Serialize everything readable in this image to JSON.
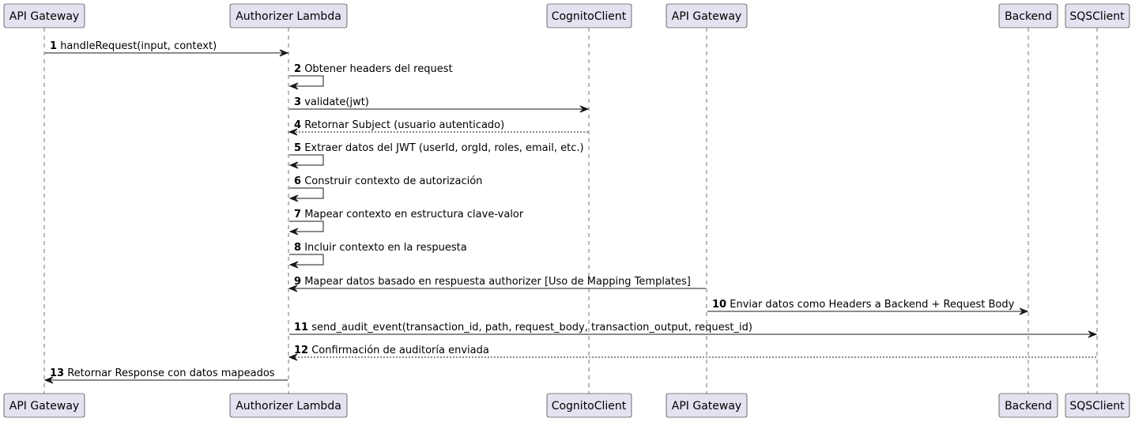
{
  "participants": [
    {
      "id": "apigw1",
      "label": "API Gateway"
    },
    {
      "id": "authorizer",
      "label": "Authorizer Lambda"
    },
    {
      "id": "cognito",
      "label": "CognitoClient"
    },
    {
      "id": "apigw2",
      "label": "API Gateway"
    },
    {
      "id": "backend",
      "label": "Backend"
    },
    {
      "id": "sqs",
      "label": "SQSClient"
    }
  ],
  "messages": [
    {
      "num": "1",
      "text": "handleRequest(input, context)",
      "from": "apigw1",
      "to": "authorizer",
      "style": "solid"
    },
    {
      "num": "2",
      "text": "Obtener headers del request",
      "from": "authorizer",
      "to": "authorizer",
      "style": "solid"
    },
    {
      "num": "3",
      "text": "validate(jwt)",
      "from": "authorizer",
      "to": "cognito",
      "style": "solid"
    },
    {
      "num": "4",
      "text": "Retornar Subject (usuario autenticado)",
      "from": "cognito",
      "to": "authorizer",
      "style": "dashed"
    },
    {
      "num": "5",
      "text": "Extraer datos del JWT (userId, orgId, roles, email, etc.)",
      "from": "authorizer",
      "to": "authorizer",
      "style": "solid"
    },
    {
      "num": "6",
      "text": "Construir contexto de autorización",
      "from": "authorizer",
      "to": "authorizer",
      "style": "solid"
    },
    {
      "num": "7",
      "text": "Mapear contexto en estructura clave-valor",
      "from": "authorizer",
      "to": "authorizer",
      "style": "solid"
    },
    {
      "num": "8",
      "text": "Incluir contexto en la respuesta",
      "from": "authorizer",
      "to": "authorizer",
      "style": "solid"
    },
    {
      "num": "9",
      "text": "Mapear datos basado en respuesta authorizer [Uso de Mapping Templates]",
      "from": "apigw2",
      "to": "authorizer",
      "style": "solid"
    },
    {
      "num": "10",
      "text": "Enviar datos como Headers a Backend + Request Body",
      "from": "apigw2",
      "to": "backend",
      "style": "solid"
    },
    {
      "num": "11",
      "text": "send_audit_event(transaction_id, path, request_body, transaction_output, request_id)",
      "from": "authorizer",
      "to": "sqs",
      "style": "solid"
    },
    {
      "num": "12",
      "text": "Confirmación de auditoría enviada",
      "from": "sqs",
      "to": "authorizer",
      "style": "dashed"
    },
    {
      "num": "13",
      "text": "Retornar Response con datos mapeados",
      "from": "authorizer",
      "to": "apigw1",
      "style": "solid"
    }
  ],
  "colors": {
    "participant_fill": "#E2E2F0",
    "stroke": "#181818",
    "text": "#000000"
  }
}
